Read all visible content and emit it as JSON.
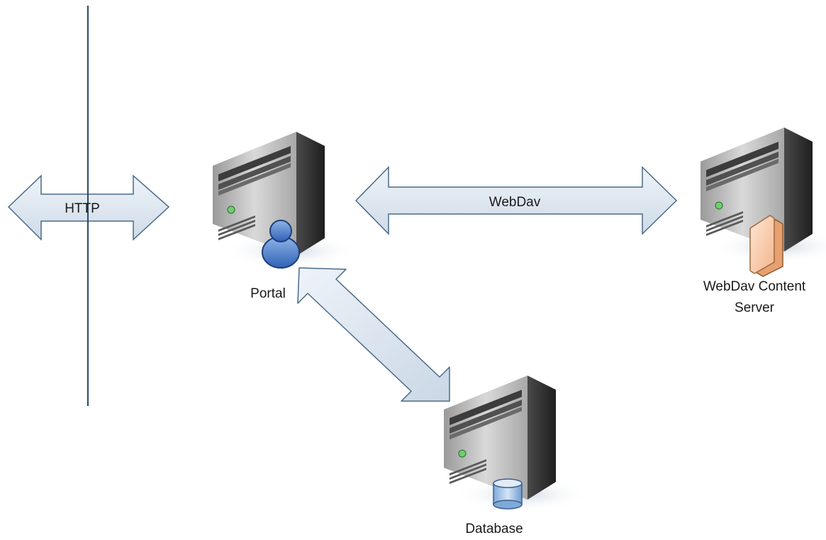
{
  "connections": {
    "http": "HTTP",
    "webdav": "WebDav"
  },
  "nodes": {
    "portal": {
      "label": "Portal",
      "badge": "user-icon"
    },
    "content_server": {
      "label_line1": "WebDav Content",
      "label_line2": "Server",
      "badge": "folder-icon"
    },
    "database": {
      "label": "Database",
      "badge": "database-icon"
    }
  },
  "colors": {
    "arrow_fill": "#dfe8f1",
    "arrow_stroke": "#4a6a8a",
    "boundary_line": "#2c4a66",
    "server_body": "#6e6e6e"
  }
}
